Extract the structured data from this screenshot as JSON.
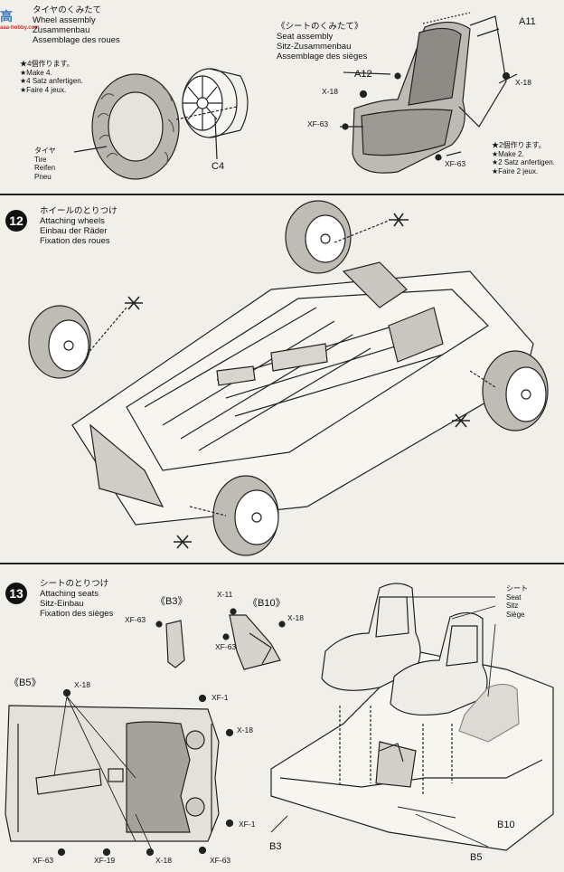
{
  "watermark": {
    "text": "高",
    "sub": "aaa-hobby.com"
  },
  "step_wheel_assembly": {
    "title_lines": [
      "タイヤのくみたて",
      "Wheel assembly",
      "Zusammenbau",
      "Assemblage des roues"
    ],
    "note": [
      "★4個作ります。",
      "★Make 4.",
      "★4 Satz anfertigen.",
      "★Faire 4 jeux."
    ],
    "tire_label": [
      "タイヤ",
      "Tire",
      "Reifen",
      "Pneu"
    ],
    "part_c4": "C4"
  },
  "step_seat_assembly": {
    "title_lines": [
      "《シートのくみたて》",
      "Seat assembly",
      "Sitz-Zusammenbau",
      "Assemblage des sièges"
    ],
    "parts": {
      "a11": "A11",
      "a12": "A12",
      "x18_left": "X-18",
      "x18_right": "X-18",
      "xf63_left": "XF-63",
      "xf63_right": "XF-63"
    },
    "note": [
      "★2個作ります。",
      "★Make 2.",
      "★2 Satz anfertigen.",
      "★Faire 2 jeux."
    ]
  },
  "step12": {
    "number": "12",
    "title_lines": [
      "ホイールのとりつけ",
      "Attaching wheels",
      "Einbau der Räder",
      "Fixation des roues"
    ]
  },
  "step13": {
    "number": "13",
    "title_lines": [
      "シートのとりつけ",
      "Attaching seats",
      "Sitz-Einbau",
      "Fixation des sièges"
    ],
    "b3": "《B3》",
    "b10": "《B10》",
    "b5": "《B5》",
    "parts": {
      "x11": "X-11",
      "x18_a": "X-18",
      "xf63_a": "XF-63",
      "xf63_b": "XF-63",
      "x18_b": "X-18",
      "xf1_a": "XF-1",
      "x18_c": "X-18",
      "xf1_b": "XF-1",
      "xf63_c": "XF-63",
      "xf19": "XF-19",
      "x18_d": "X-18",
      "xf63_d": "XF-63"
    },
    "seat_label": [
      "シート",
      "Seat",
      "Sitz",
      "Siège"
    ],
    "bottom": {
      "b10": "B10",
      "b3": "B3",
      "b5": "B5"
    }
  }
}
